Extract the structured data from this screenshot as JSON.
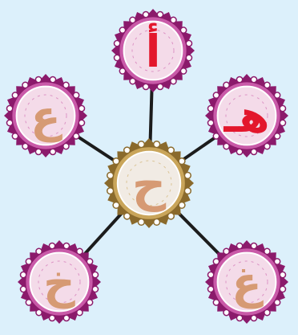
{
  "puzzle": {
    "center": {
      "letter": "ح",
      "color": "#d69a74"
    },
    "nodes": [
      {
        "id": "top",
        "letter": "أ",
        "color": "#e3172c"
      },
      {
        "id": "right",
        "letter": "هـ",
        "color": "#e3172c"
      },
      {
        "id": "bottom-right",
        "letter": "غ",
        "color": "#d69a74"
      },
      {
        "id": "bottom-left",
        "letter": "خ",
        "color": "#d69a74"
      },
      {
        "id": "left",
        "letter": "ع",
        "color": "#d69a74"
      }
    ]
  },
  "theme": {
    "background": "#dcf0fb",
    "outer_ring": "#8b1a6b",
    "outer_petal": "#c95aa8",
    "outer_disc": "#f4dbe9",
    "center_ring": "#8a6a2c",
    "center_petal": "#c9a55a",
    "center_disc": "#f1ebe4",
    "connector": "#1c1c1c"
  }
}
